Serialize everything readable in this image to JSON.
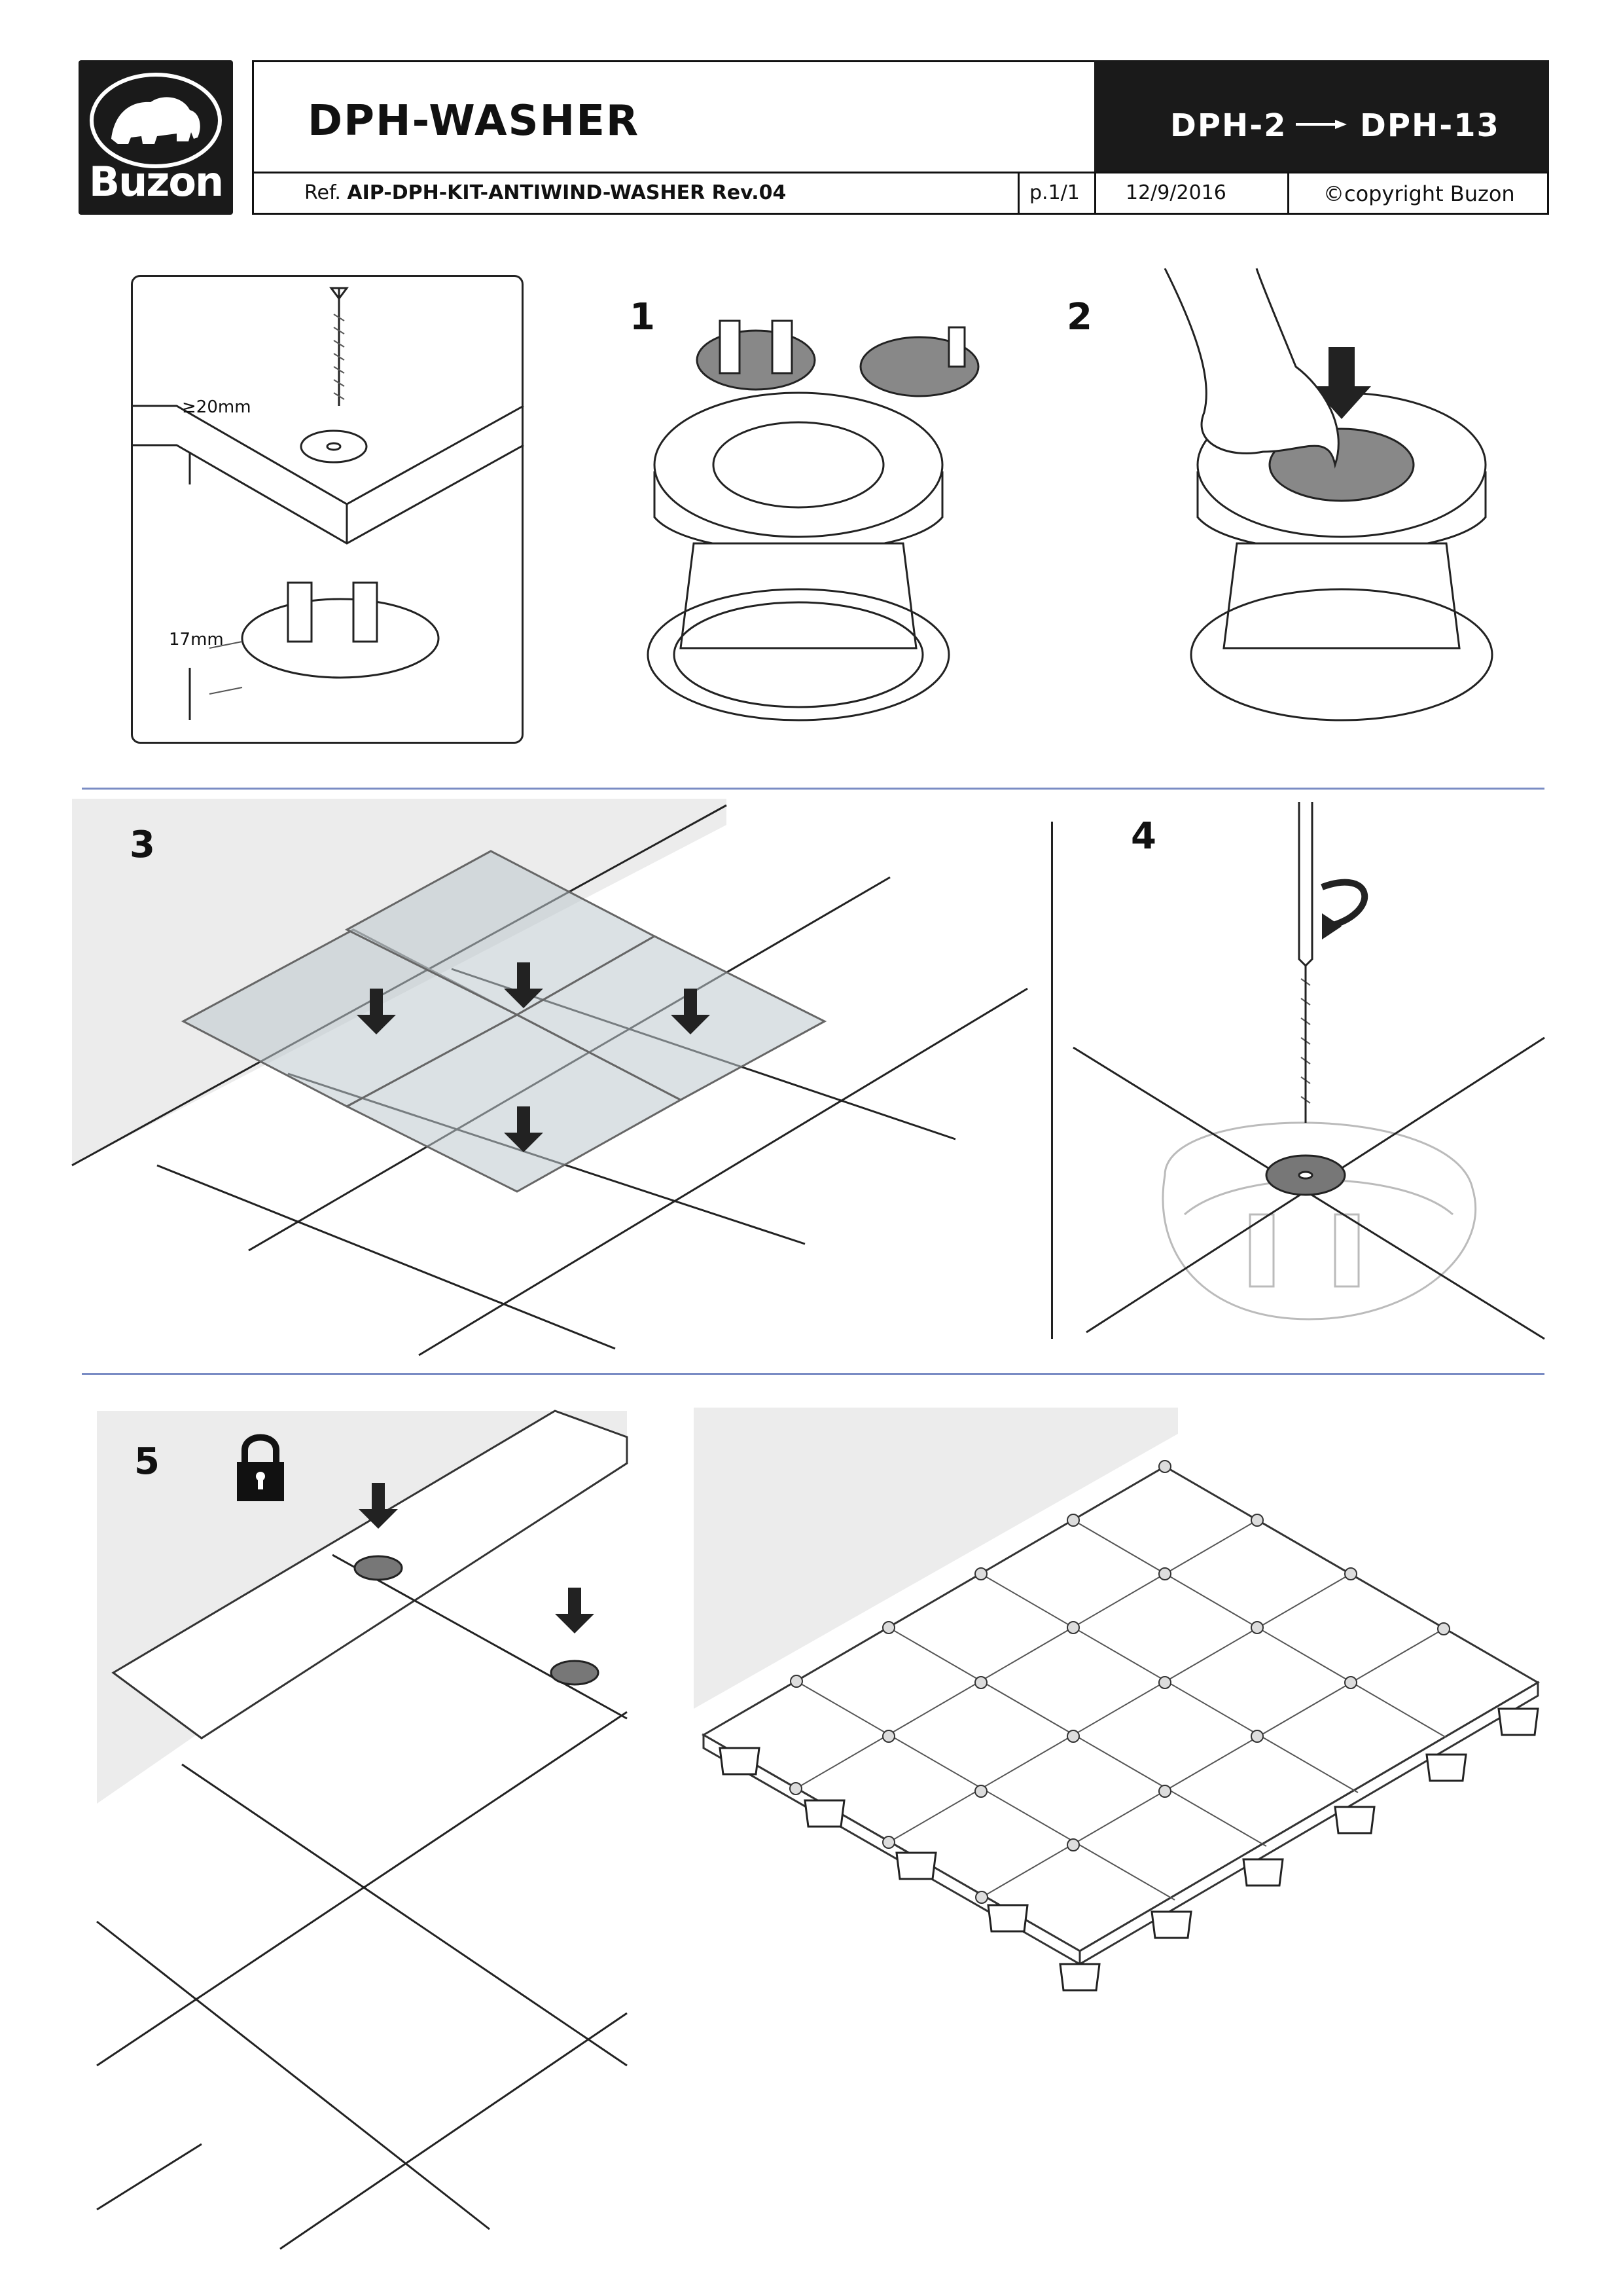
{
  "header": {
    "brand": "Buzon",
    "title": "DPH-WASHER",
    "model_from": "DPH-2",
    "model_to": "DPH-13",
    "ref_prefix": "Ref.",
    "ref_code": "AIP-DPH-KIT-ANTIWIND-WASHER Rev.04",
    "page": "p.1/1",
    "date": "12/9/2016",
    "copyright": "©copyright Buzon"
  },
  "detail": {
    "min_thickness": "≥20mm",
    "tab_height": "17mm"
  },
  "steps": [
    "1",
    "2",
    "3",
    "4",
    "5"
  ],
  "icons": {
    "logo": "bison-logo",
    "arrow": "arrow-right-icon",
    "lock": "lock-icon",
    "rotate": "rotate-clockwise-icon",
    "press_down": "arrow-down-icon"
  },
  "colors": {
    "header_black": "#1a1a1a",
    "divider_blue": "#7a8cc4",
    "tile_glass": "#bec8cd",
    "washer_grey": "#777777"
  }
}
